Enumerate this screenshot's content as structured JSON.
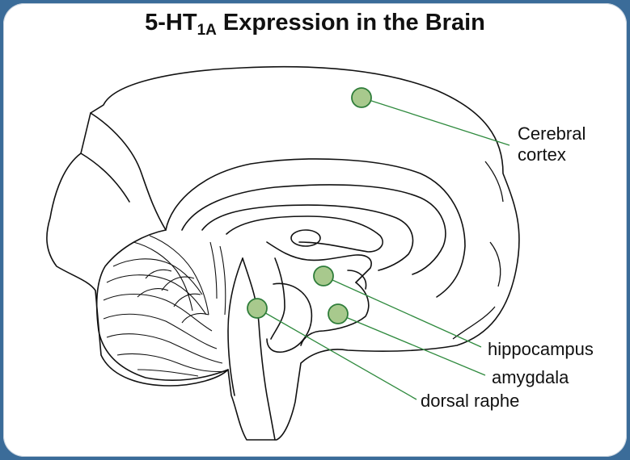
{
  "title": {
    "prefix": "5-HT",
    "subscript": "1A",
    "suffix": " Expression in the Brain"
  },
  "regions": [
    {
      "id": "cortex",
      "label_lines": [
        "Cerebral",
        "cortex"
      ]
    },
    {
      "id": "hippocampus",
      "label": "hippocampus"
    },
    {
      "id": "amygdala",
      "label": "amygdala"
    },
    {
      "id": "raphe",
      "label": "dorsal raphe"
    }
  ],
  "colors": {
    "background": "#3b6c99",
    "marker_fill": "#a8c98d",
    "marker_stroke": "#2f7d3a",
    "leader_line": "#2f8a3e",
    "outline": "#111111"
  }
}
